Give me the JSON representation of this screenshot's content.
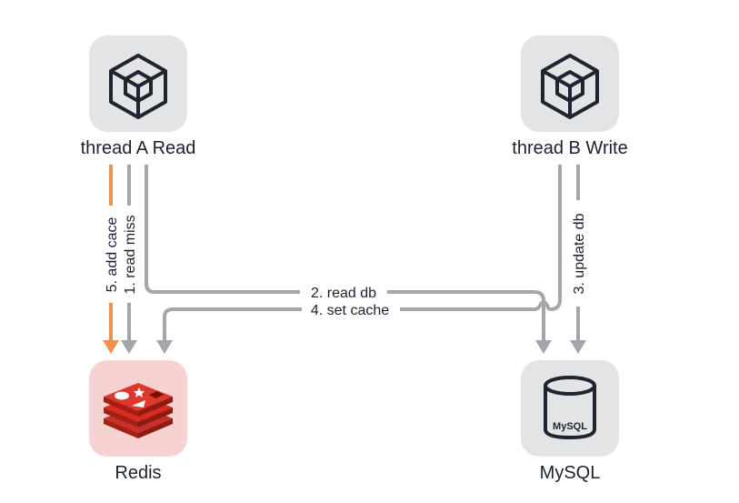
{
  "nodes": {
    "thread_a": {
      "label": "thread A Read",
      "icon": "cube-icon"
    },
    "thread_b": {
      "label": "thread B Write",
      "icon": "cube-icon"
    },
    "redis": {
      "label": "Redis",
      "icon": "redis-logo-icon"
    },
    "mysql": {
      "label": "MySQL",
      "icon": "database-cylinder-icon",
      "icon_text": "MySQL"
    }
  },
  "edges": [
    {
      "id": "read-miss",
      "label": "1. read miss",
      "from": "thread A Read",
      "to": "Redis",
      "color": "#a3a6aa"
    },
    {
      "id": "read-db",
      "label": "2. read db",
      "from": "thread A Read",
      "to": "MySQL",
      "color": "#a3a6aa"
    },
    {
      "id": "update-db",
      "label": "3. update db",
      "from": "thread B Write",
      "to": "MySQL",
      "color": "#a3a6aa"
    },
    {
      "id": "set-cache",
      "label": "4. set cache",
      "from": "thread B Write",
      "to": "Redis",
      "color": "#a3a6aa"
    },
    {
      "id": "add-cache",
      "label": "5. add cace",
      "from": "thread A Read",
      "to": "Redis",
      "color": "#f0914e"
    }
  ]
}
